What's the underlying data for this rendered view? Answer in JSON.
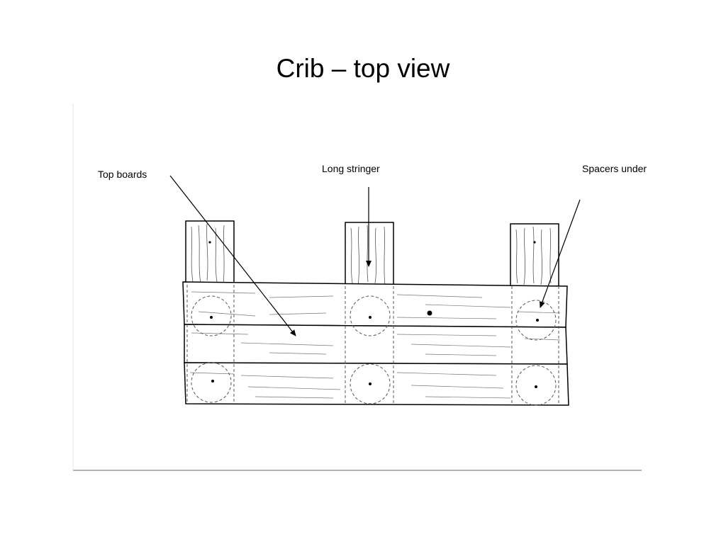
{
  "slide": {
    "title": "Crib – top view"
  },
  "labels": {
    "top_boards": "Top boards",
    "long_stringer": "Long stringer",
    "spacers_under": "Spacers under"
  },
  "colors": {
    "background": "#ffffff",
    "line": "#000000",
    "frame_border": "#666666",
    "dashed": "#555555"
  }
}
